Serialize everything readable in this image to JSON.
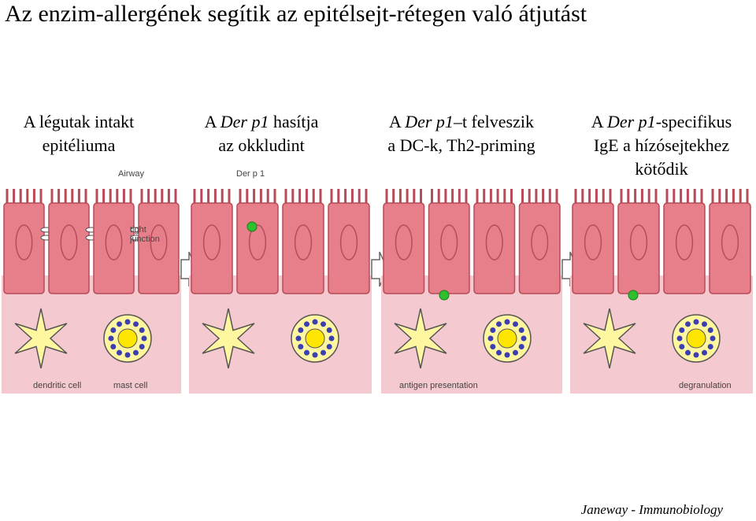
{
  "title": "Az enzim-allergének segítik az epitélsejt-rétegen való átjutást",
  "captions": [
    {
      "line1": "A légutak intakt",
      "line2": "epitéliuma",
      "line3": ""
    },
    {
      "line1_pre": "A ",
      "line1_italic": "Der p1",
      "line1_post": " hasítja",
      "line2": "az okkludint"
    },
    {
      "line1_pre": "A ",
      "line1_italic": "Der p1",
      "line1_post": "–t felveszik",
      "line2": "a DC-k, Th2-priming"
    },
    {
      "line1_pre": "A ",
      "line1_italic": "Der p1",
      "line1_post": "-specifikus",
      "line2": "IgE a hízósejtekhez",
      "line3": "kötődik"
    }
  ],
  "figure_labels": {
    "airway": "Airway",
    "der_p1": "Der p 1",
    "tight_junction_1": "tight",
    "tight_junction_2": "junction",
    "dendritic_cell": "dendritic cell",
    "mast_cell": "mast cell",
    "antigen_presentation": "antigen presentation",
    "degranulation": "degranulation"
  },
  "credit": "Janeway - Immunobiology",
  "colors": {
    "epithelium": "#e77f8a",
    "epithelium_dark": "#b94a58",
    "tissue": "#f4c9cf",
    "dendritic_cell": "#fff6a0",
    "mast_cell_granule": "#3b3fb0",
    "der_p1": "#2fbf2f",
    "arrow": "#ffffff"
  }
}
